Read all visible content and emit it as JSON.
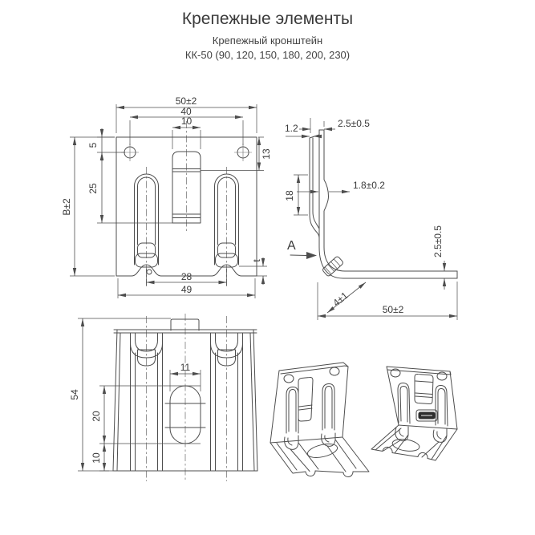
{
  "header": {
    "title": "Крепежные элементы",
    "subtitle": "Крепежный кронштейн",
    "models": "КК-50 (90, 120, 150, 180, 200, 230)"
  },
  "colors": {
    "line": "#4d4d4d",
    "text": "#3a3a3a",
    "background": "#ffffff"
  },
  "front_view": {
    "dims": {
      "overall_width": "50±2",
      "hole_spacing": "40",
      "slot_width": "10",
      "hole_top_offset": "5",
      "hole_to_slot_bottom": "25",
      "overall_height": "B±2",
      "tab_fold_depth": "13",
      "curl_spacing": "28",
      "base_width": "49",
      "thickness": "t"
    }
  },
  "side_view": {
    "view_label": "А",
    "dims": {
      "sheet_thickness": "1.2",
      "top_gap": "2.5±0.5",
      "emboss_length": "18",
      "emboss_depth": "1.8±0.2",
      "leg_thickness": "2.5±0.5",
      "curl_diameter": "4±1",
      "leg_length": "50±2"
    }
  },
  "back_view": {
    "dims": {
      "overall_height": "54",
      "slot_width": "11",
      "slot_length": "20",
      "slot_bottom_offset": "10"
    }
  }
}
